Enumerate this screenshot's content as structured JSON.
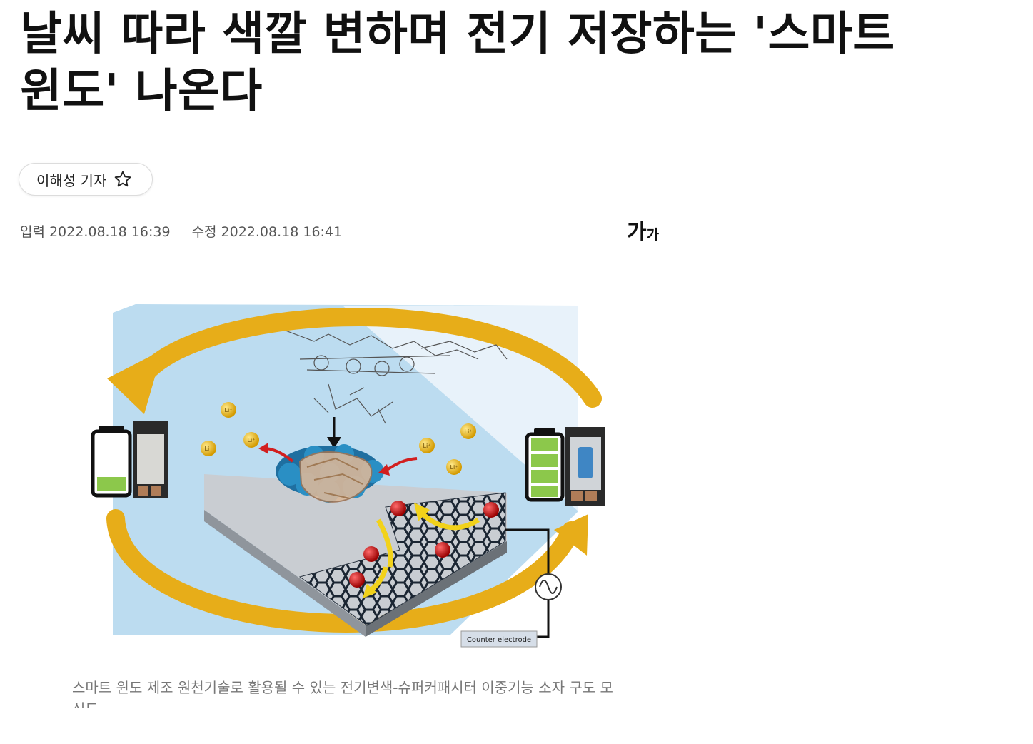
{
  "article": {
    "headline": "날씨 따라 색깔 변하며 전기 저장하는 '스마트 윈도' 나온다",
    "reporter": "이해성 기자",
    "published_label": "입력",
    "published_value": "2022.08.18 16:39",
    "modified_label": "수정",
    "modified_value": "2022.08.18 16:41",
    "font_size_big": "가",
    "font_size_small": "가",
    "caption": "스마트 윈도 제조 원천기술로 활용될 수 있는 전기변색-슈퍼커패시터 이중기능 소자 구도 모식도"
  },
  "figure": {
    "counter_electrode_label": "Counter electrode",
    "ion_label": "Li⁺",
    "battery_left_level": 0.25,
    "battery_right_level": 1.0
  },
  "icons": {
    "star": "star-outline-icon",
    "ac_source": "ac-source-icon"
  },
  "colors": {
    "arrow_gold": "#e7ad19",
    "sky_blue": "#bcdcf0",
    "ion_gold": "#f0c020",
    "electron_red": "#cc1111",
    "battery_green": "#8cc84b"
  }
}
